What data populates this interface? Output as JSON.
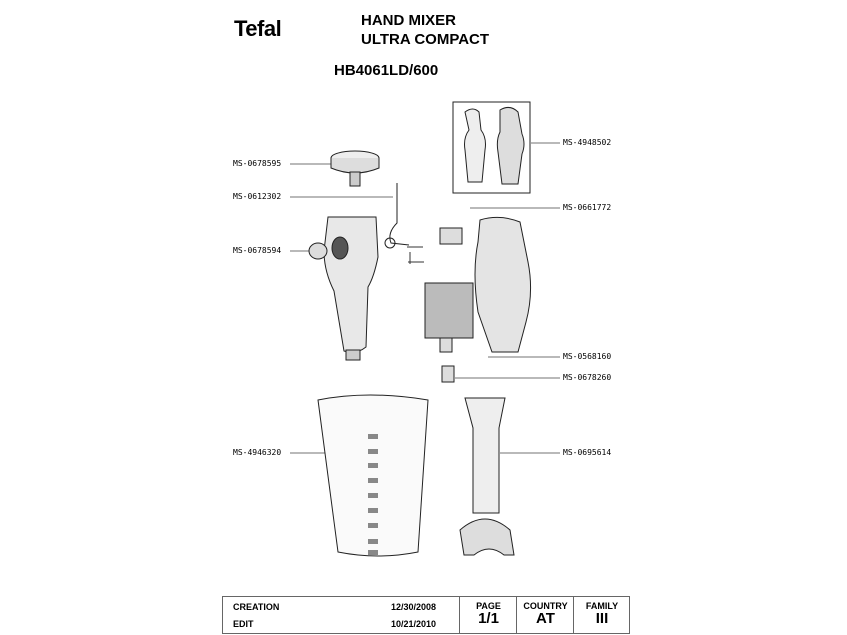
{
  "header": {
    "brand": "Tefal",
    "title_line1": "HAND MIXER",
    "title_line2": "ULTRA COMPACT",
    "model": "HB4061LD/600"
  },
  "parts": {
    "cap": "MS-0678595",
    "cable": "MS-0612302",
    "button": "MS-0678594",
    "jug": "MS-4946320",
    "housing_set": "MS-4948502",
    "switch": "MS-0661772",
    "motor": "MS-0568160",
    "coupler": "MS-0678260",
    "blender_foot": "MS-0695614"
  },
  "footer": {
    "creation_label": "CREATION",
    "creation_date": "12/30/2008",
    "edit_label": "EDIT",
    "edit_date": "10/21/2010",
    "page_label": "PAGE",
    "page_value": "1/1",
    "country_label": "COUNTRY",
    "country_value": "AT",
    "family_label": "FAMILY",
    "family_value": "III"
  }
}
